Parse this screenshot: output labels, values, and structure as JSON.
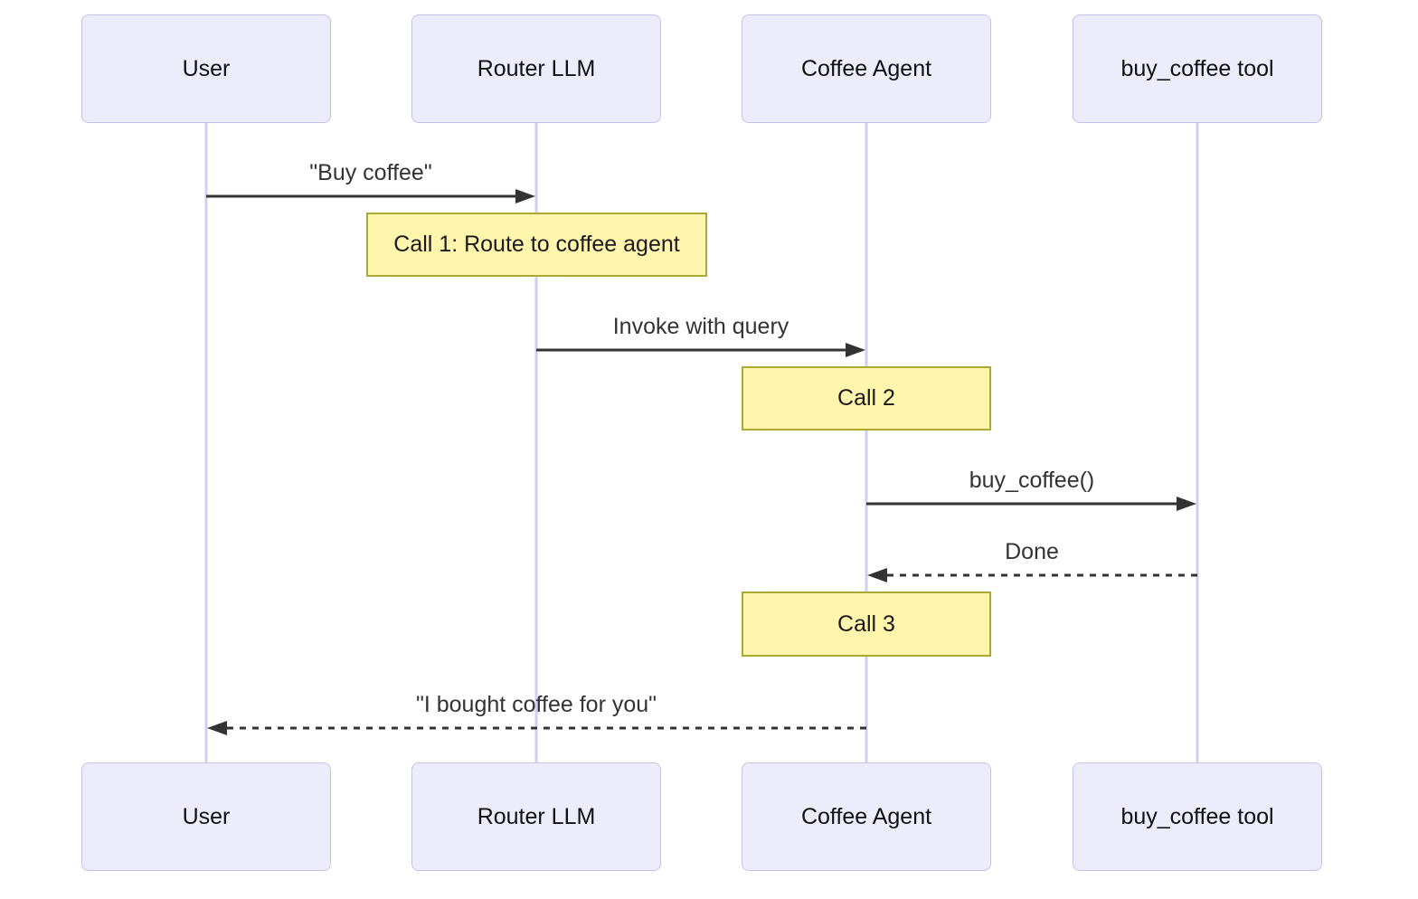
{
  "diagram": {
    "type": "sequence-diagram",
    "actors": [
      {
        "name": "User"
      },
      {
        "name": "Router LLM"
      },
      {
        "name": "Coffee Agent"
      },
      {
        "name": "buy_coffee tool"
      }
    ],
    "messages": [
      {
        "from": "User",
        "to": "Router LLM",
        "label": "\"Buy coffee\"",
        "line": "solid"
      },
      {
        "from": "Router LLM",
        "to": "Coffee Agent",
        "label": "Invoke with query",
        "line": "solid"
      },
      {
        "from": "Coffee Agent",
        "to": "buy_coffee tool",
        "label": "buy_coffee()",
        "line": "solid"
      },
      {
        "from": "buy_coffee tool",
        "to": "Coffee Agent",
        "label": "Done",
        "line": "dashed"
      },
      {
        "from": "Coffee Agent",
        "to": "User",
        "label": "\"I bought coffee for you\"",
        "line": "dashed"
      }
    ],
    "notes": [
      {
        "over": "Router LLM",
        "label": "Call 1: Route to coffee agent"
      },
      {
        "over": "Coffee Agent",
        "label": "Call 2"
      },
      {
        "over": "Coffee Agent",
        "label": "Call 3"
      }
    ],
    "colors": {
      "background": "#FFFFFF",
      "actor_fill": "#ECECFB",
      "actor_border": "#C7C0E8",
      "lifeline": "#D5CCEF",
      "note_fill": "#FFF5AD",
      "note_border": "#AAAA33",
      "message_line": "#333333",
      "message_text": "#333333",
      "actor_text": "#111111"
    }
  }
}
